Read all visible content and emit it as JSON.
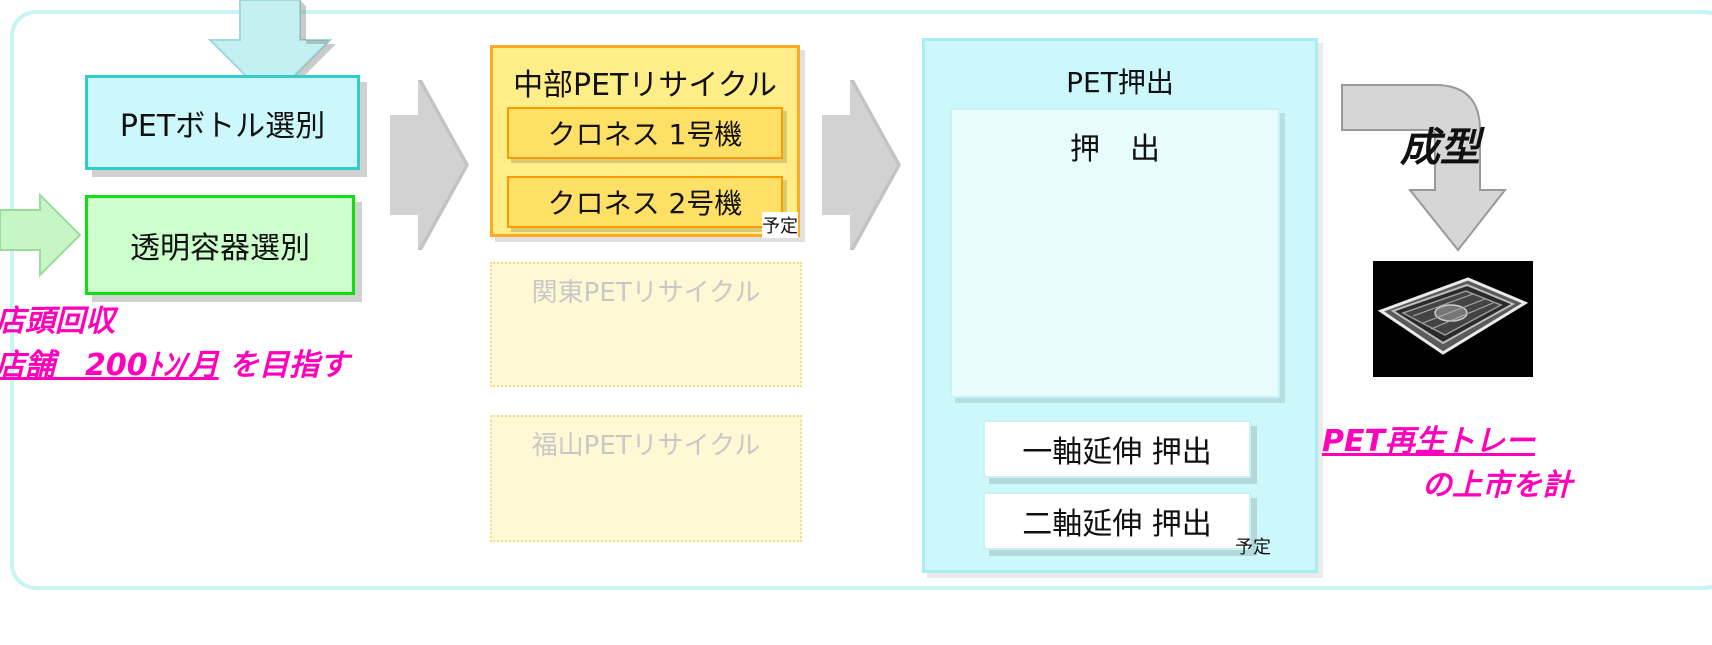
{
  "collection": {
    "bottle_sort": "PETボトル選別",
    "clear_container_sort": "透明容器選別",
    "store_collection_line1": "店頭回収",
    "store_collection_line2_a": "店舗　200ﾄﾝ/月",
    "store_collection_line2_b": " を目指す"
  },
  "recycling": {
    "chubu": "中部PETリサイクル",
    "machine1": "クロネス 1号機",
    "machine2": "クロネス 2号機",
    "machine2_note": "予定",
    "kanto": "関東PETリサイクル",
    "fukuyama": "福山PETリサイクル"
  },
  "extrusion": {
    "title": "PET押出",
    "main": "押　出",
    "uniaxial": "一軸延伸 押出",
    "biaxial": "二軸延伸 押出",
    "biaxial_note": "予定"
  },
  "molding": {
    "label": "成型",
    "product_line1": "PET再生トレー",
    "product_line2": "の上市を計"
  },
  "colors": {
    "frame": "#c9f4f6",
    "cyan_box": "#ccf8fb",
    "green_box": "#ccffcc",
    "yellow_box": "#ffee88",
    "orange_inner": "#ffe066",
    "pale_yellow": "#fff8d4",
    "accent_pink": "#ff00bb",
    "arrow_gray": "#d0d0d0"
  }
}
